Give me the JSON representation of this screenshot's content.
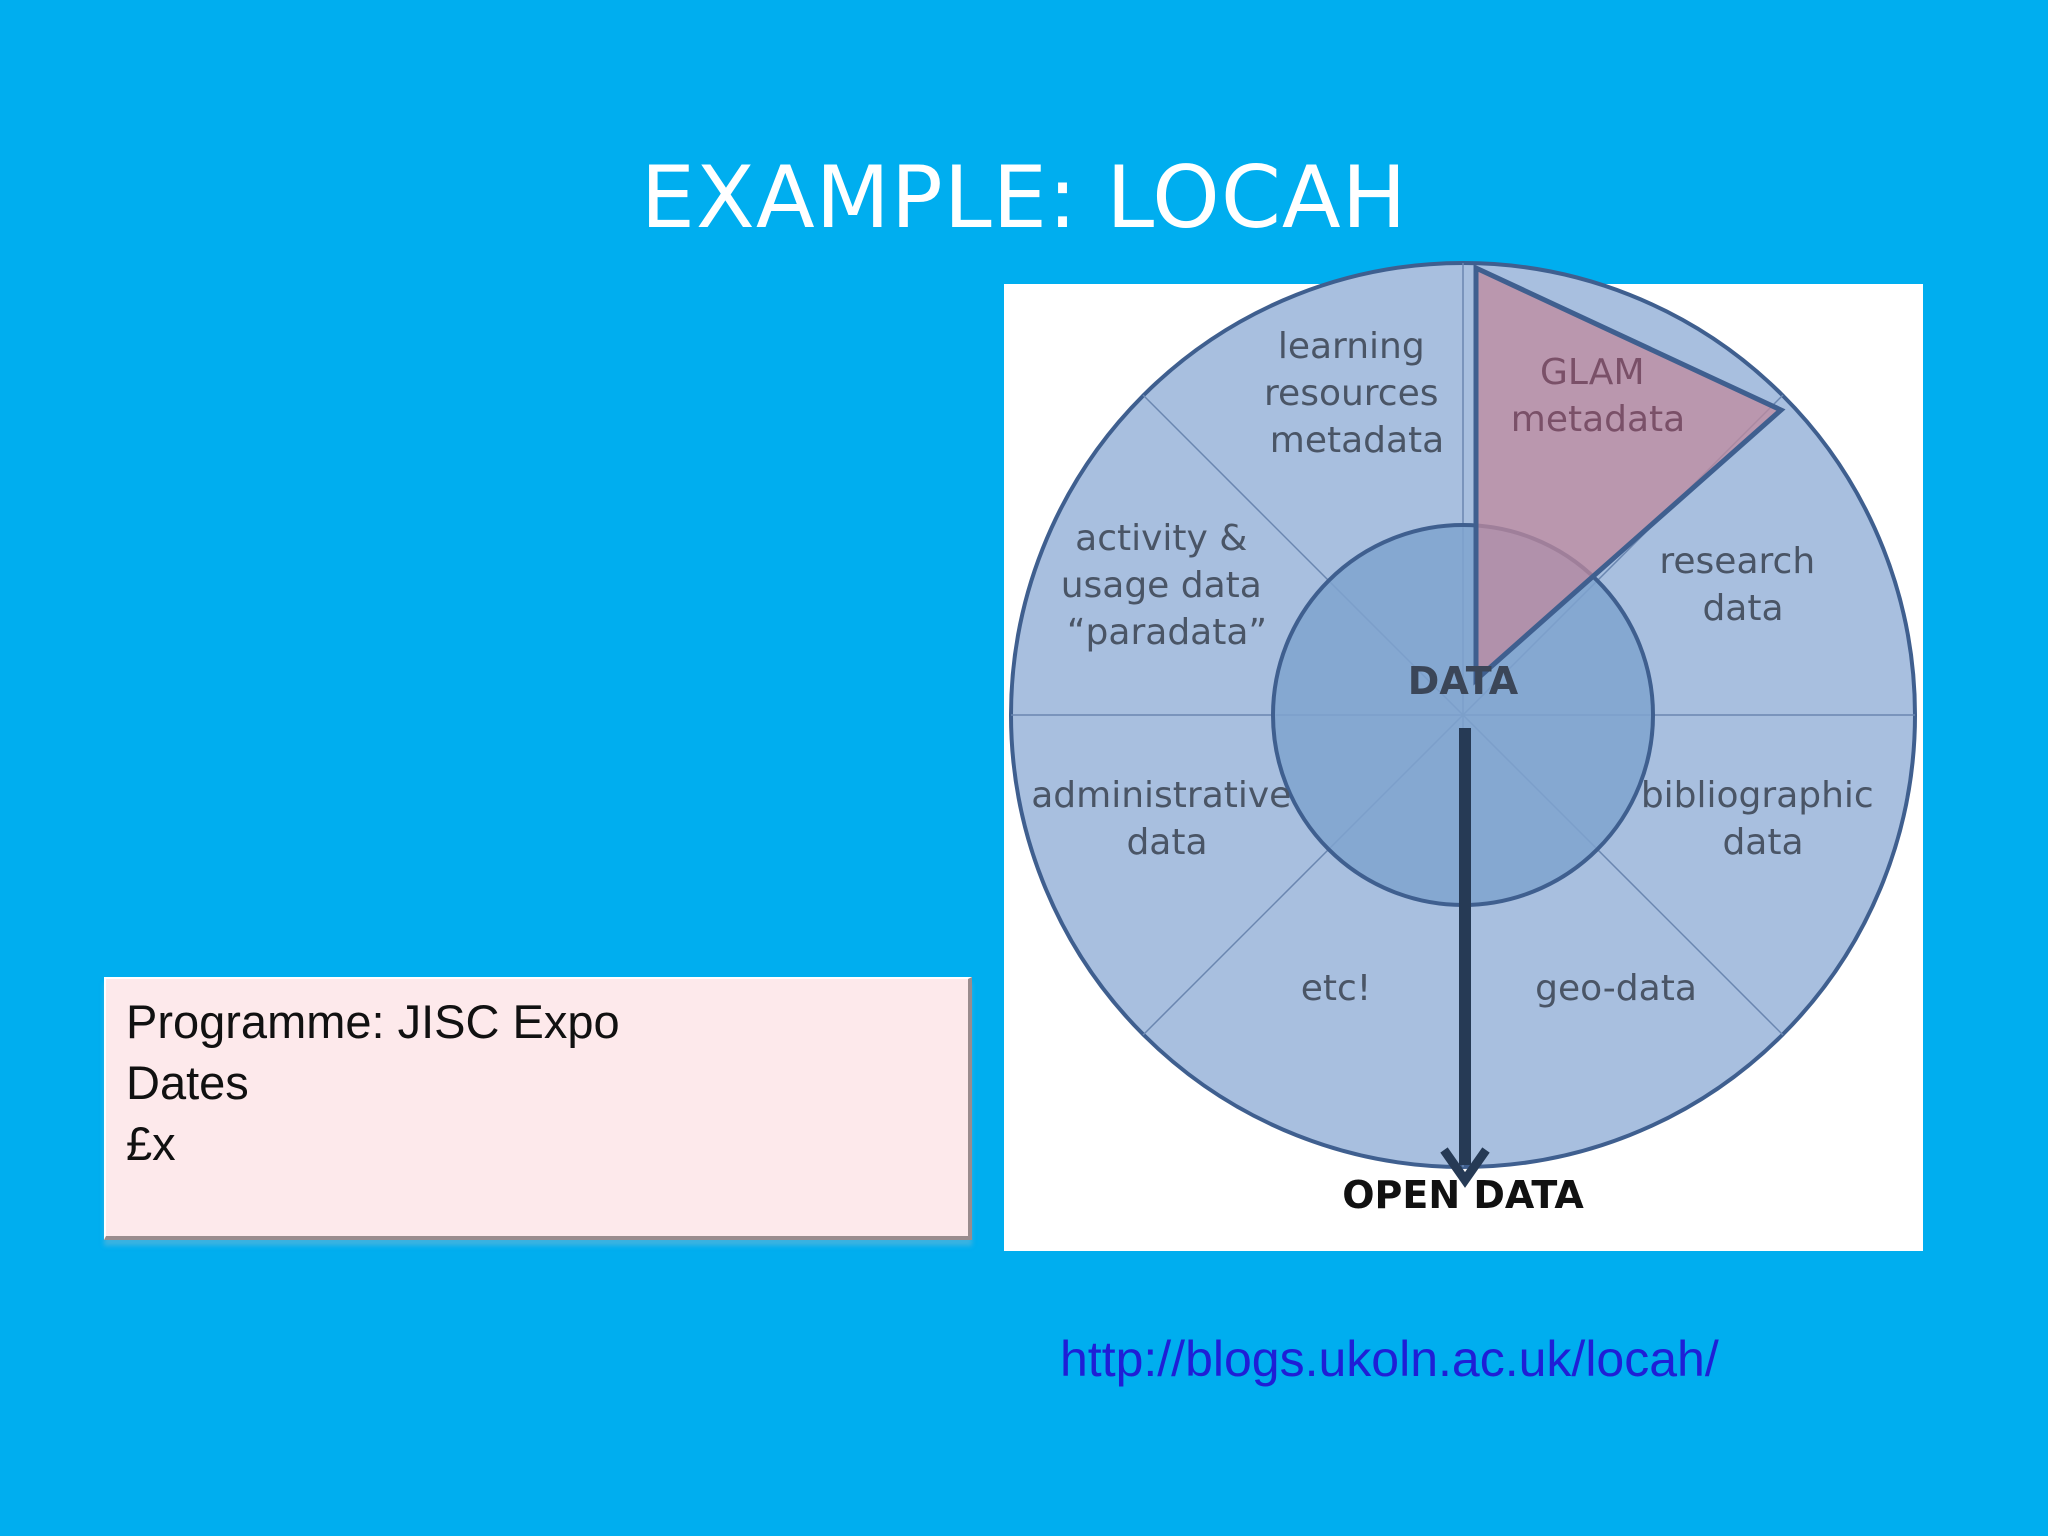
{
  "slide": {
    "title": "EXAMPLE: LOCAH"
  },
  "info_box": {
    "lines": [
      "Programme: JISC Expo",
      "Dates",
      "£x"
    ]
  },
  "diagram": {
    "center_label": "DATA",
    "outer_label": "OPEN DATA",
    "segments": [
      {
        "lines": [
          "learning",
          "resources",
          "metadata"
        ]
      },
      {
        "lines": [
          "GLAM",
          "metadata"
        ],
        "highlighted": true
      },
      {
        "lines": [
          "research",
          "data"
        ]
      },
      {
        "lines": [
          "bibliographic",
          "data"
        ]
      },
      {
        "lines": [
          "geo-data"
        ]
      },
      {
        "lines": [
          "etc!"
        ]
      },
      {
        "lines": [
          "administrative",
          "data"
        ]
      },
      {
        "lines": [
          "activity &",
          "usage data",
          "“paradata”"
        ]
      }
    ],
    "colors": {
      "outer_ring": "#a8bfdf",
      "inner_circle": "#7fa3cf",
      "outline": "#3f5f8f",
      "highlight": "#c08a9e",
      "arrow": "#263a55"
    }
  },
  "source_link": {
    "text": "http://blogs.ukoln.ac.uk/locah/"
  }
}
